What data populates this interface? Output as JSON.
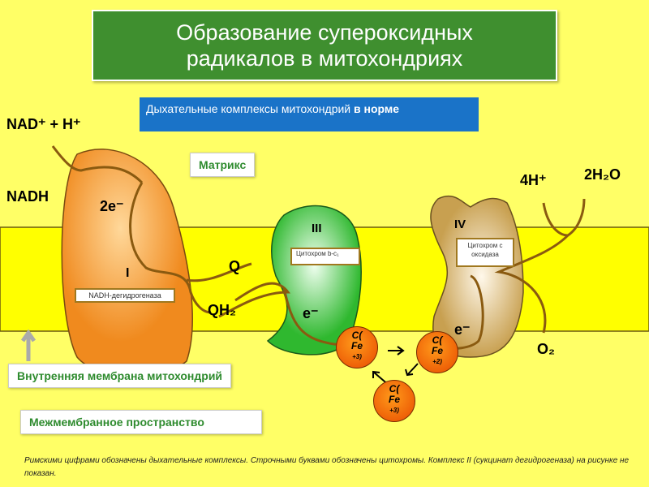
{
  "title": {
    "line1": "Образование супероксидных",
    "line2": "радикалов в митохондриях"
  },
  "subtitle": {
    "text": "Дыхательные комплексы митохондрий ",
    "bold": "в норме"
  },
  "labels": {
    "matrix": "Матрикс",
    "inner_membrane": "Внутренняя мембрана митохондрий",
    "intermembrane": "Межмембранное пространство"
  },
  "molecules": {
    "nad": "NAD⁺ + H⁺",
    "nadh": "NADH",
    "e2": "2e⁻",
    "q": "Q",
    "qh2": "QH₂",
    "e_iii": "e⁻",
    "e_iv": "e⁻",
    "h4": "4H⁺",
    "h2o": "2H₂O",
    "o2": "O₂"
  },
  "complexes": {
    "i": "I",
    "iii": "III",
    "iv": "IV",
    "i_name": "NADH-дегидрогеназа",
    "iii_name": "Цитохром b-c₁",
    "iv_name": "Цитохром с оксидаза"
  },
  "cytc": [
    {
      "c": "C(",
      "fe": "Fe",
      "ox": "+3)"
    },
    {
      "c": "C(",
      "fe": "Fe",
      "ox": "+2)"
    },
    {
      "c": "C(",
      "fe": "Fe",
      "ox": "+3)"
    }
  ],
  "footnote": "Римскими цифрами обозначены дыхательные комплексы. Строчными буквами обозначены цитохромы. Комплекс II (сукцинат дегидрогеназа) на рисунке не показан."
}
